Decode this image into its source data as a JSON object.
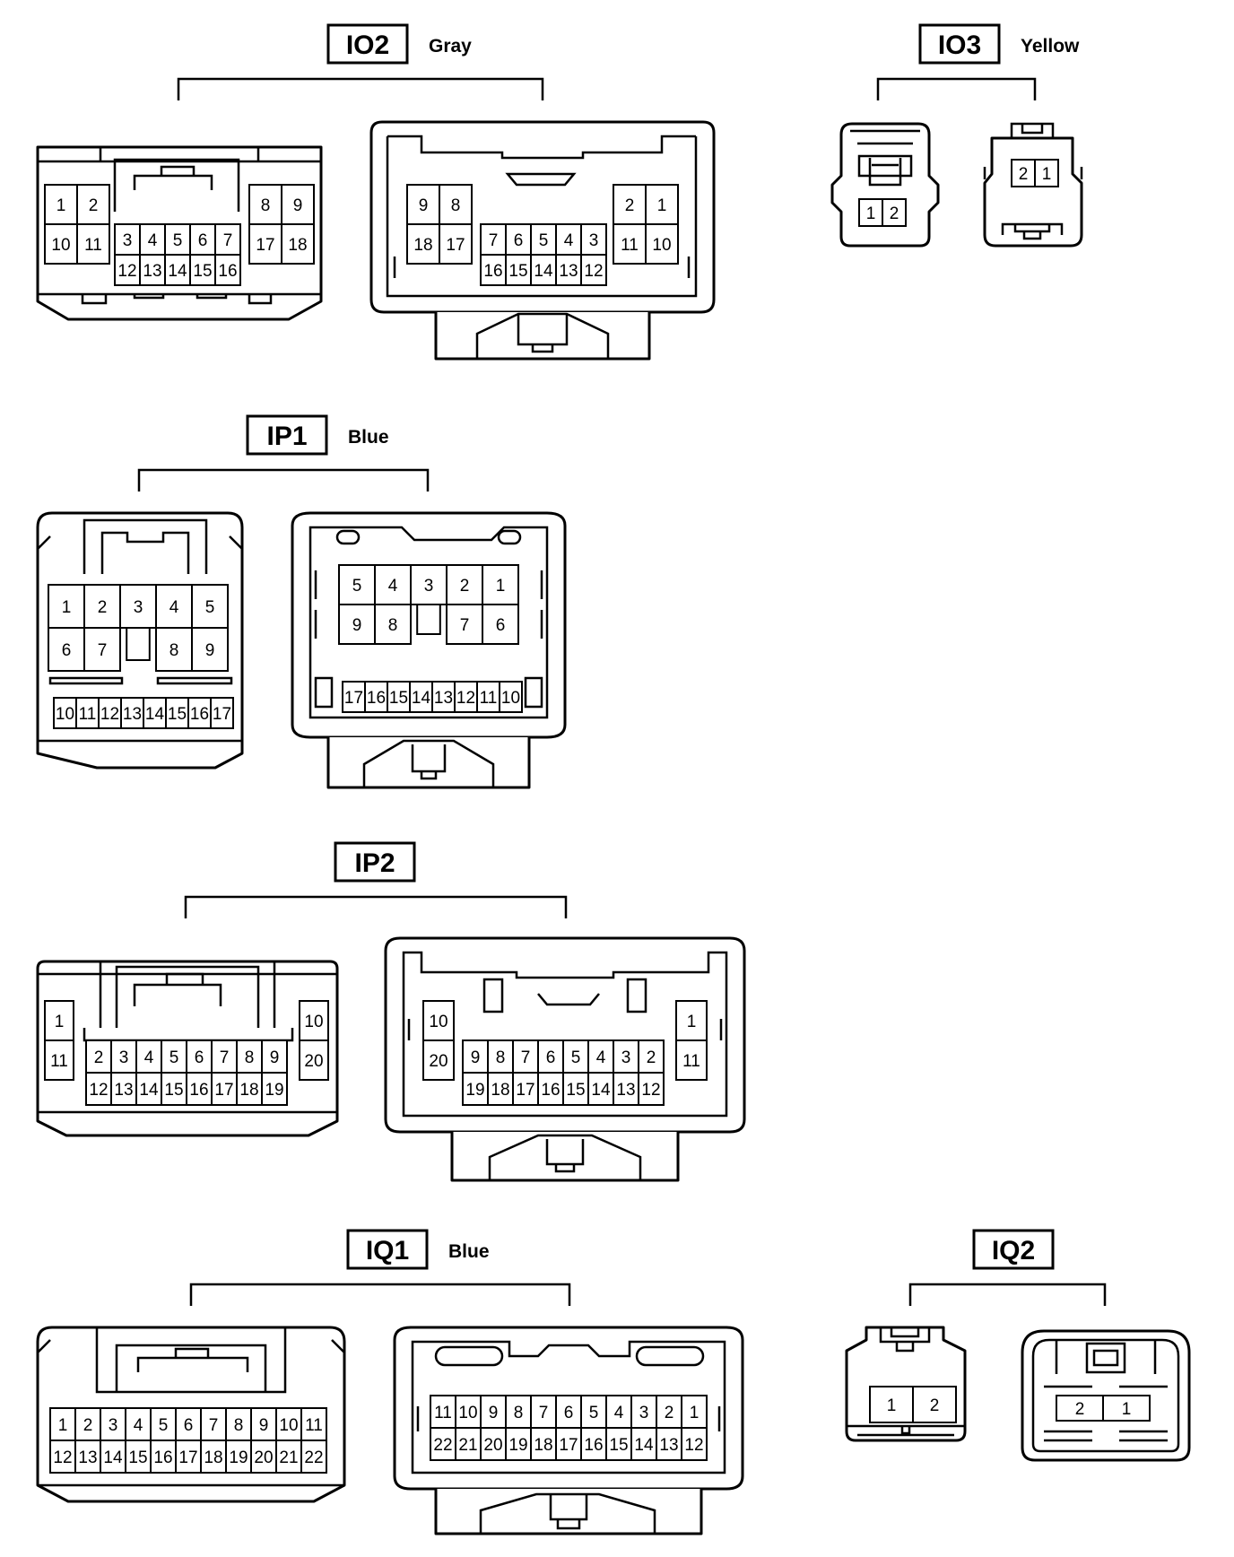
{
  "connectors": [
    {
      "code": "IO2",
      "color": "Gray",
      "left": {
        "grid": [
          [
            "1",
            "2"
          ],
          [
            "10",
            "11"
          ]
        ],
        "center": [
          [
            "3",
            "4",
            "5",
            "6",
            "7"
          ],
          [
            "12",
            "13",
            "14",
            "15",
            "16"
          ]
        ],
        "right": [
          [
            "8",
            "9"
          ],
          [
            "17",
            "18"
          ]
        ]
      },
      "right": {
        "left": [
          [
            "9",
            "8"
          ],
          [
            "18",
            "17"
          ]
        ],
        "center": [
          [
            "7",
            "6",
            "5",
            "4",
            "3"
          ],
          [
            "16",
            "15",
            "14",
            "13",
            "12"
          ]
        ],
        "right": [
          [
            "2",
            "1"
          ],
          [
            "11",
            "10"
          ]
        ]
      }
    },
    {
      "code": "IO3",
      "color": "Yellow",
      "left": [
        [
          "1",
          "2"
        ]
      ],
      "right": [
        [
          "2",
          "1"
        ]
      ]
    },
    {
      "code": "IP1",
      "color": "Blue",
      "left": {
        "rows": [
          [
            "1",
            "2",
            "3",
            "4",
            "5"
          ],
          [
            "6",
            "7",
            "",
            "8",
            "9"
          ]
        ],
        "bottom": [
          "10",
          "11",
          "12",
          "13",
          "14",
          "15",
          "16",
          "17"
        ]
      },
      "right": {
        "rows": [
          [
            "5",
            "4",
            "3",
            "2",
            "1"
          ],
          [
            "9",
            "8",
            "",
            "7",
            "6"
          ]
        ],
        "bottom": [
          "17",
          "16",
          "15",
          "14",
          "13",
          "12",
          "11",
          "10"
        ]
      }
    },
    {
      "code": "IP2",
      "color": "",
      "left": {
        "sideL": [
          "1",
          "11"
        ],
        "rows": [
          [
            "2",
            "3",
            "4",
            "5",
            "6",
            "7",
            "8",
            "9"
          ],
          [
            "12",
            "13",
            "14",
            "15",
            "16",
            "17",
            "18",
            "19"
          ]
        ],
        "sideR": [
          "10",
          "20"
        ]
      },
      "right": {
        "sideL": [
          "10",
          "20"
        ],
        "rows": [
          [
            "9",
            "8",
            "7",
            "6",
            "5",
            "4",
            "3",
            "2"
          ],
          [
            "19",
            "18",
            "17",
            "16",
            "15",
            "14",
            "13",
            "12"
          ]
        ],
        "sideR": [
          "1",
          "11"
        ]
      }
    },
    {
      "code": "IQ1",
      "color": "Blue",
      "left": [
        [
          "1",
          "2",
          "3",
          "4",
          "5",
          "6",
          "7",
          "8",
          "9",
          "10",
          "11"
        ],
        [
          "12",
          "13",
          "14",
          "15",
          "16",
          "17",
          "18",
          "19",
          "20",
          "21",
          "22"
        ]
      ],
      "right": [
        [
          "11",
          "10",
          "9",
          "8",
          "7",
          "6",
          "5",
          "4",
          "3",
          "2",
          "1"
        ],
        [
          "22",
          "21",
          "20",
          "19",
          "18",
          "17",
          "16",
          "15",
          "14",
          "13",
          "12"
        ]
      ]
    },
    {
      "code": "IQ2",
      "color": "",
      "left": [
        [
          "1",
          "2"
        ]
      ],
      "right": [
        [
          "2",
          "1"
        ]
      ]
    }
  ]
}
